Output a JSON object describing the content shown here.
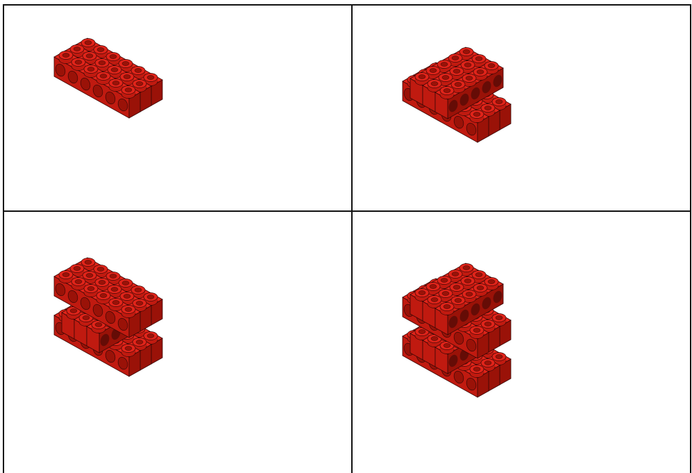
{
  "figure": {
    "panels": [
      {
        "id": "stage-1",
        "layers": 1
      },
      {
        "id": "stage-2",
        "layers": 2
      },
      {
        "id": "stage-3",
        "layers": 3
      },
      {
        "id": "stage-4",
        "layers": 4
      }
    ]
  },
  "colors": {
    "brick_top": "#e0241a",
    "brick_side": "#c01a10",
    "brick_dark": "#9a1208",
    "stroke": "#3a0806",
    "grid_line": "#111111",
    "background": "#ffffff"
  }
}
